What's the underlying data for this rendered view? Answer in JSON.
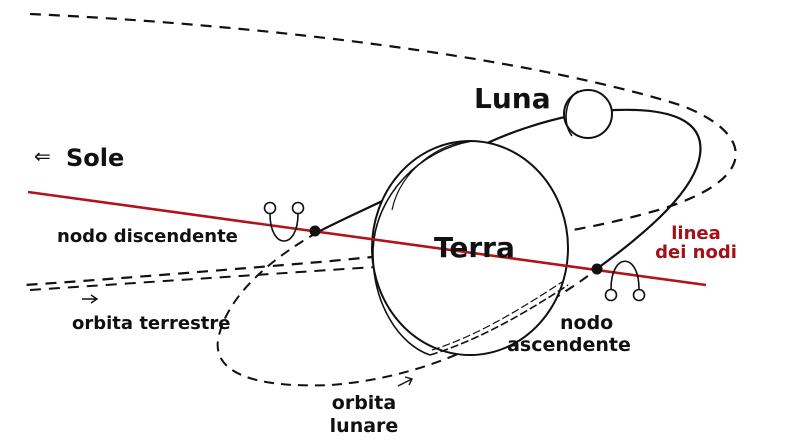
{
  "diagram": {
    "labels": {
      "luna": "Luna",
      "sole": "Sole",
      "sole_arrow": "⇐",
      "terra": "Terra",
      "nodo_discendente": "nodo discendente",
      "linea_dei_nodi_1": "linea",
      "linea_dei_nodi_2": "dei nodi",
      "orbita_terrestre": "orbita terrestre",
      "nodo_ascendente_1": "nodo",
      "nodo_ascendente_2": "ascendente",
      "orbita_lunare_1": "orbita",
      "orbita_lunare_2": "lunare"
    },
    "colors": {
      "ink": "#111111",
      "line_of_nodes": "#b0141a",
      "line_of_nodes_label": "#a31018",
      "background": "#ffffff"
    }
  }
}
